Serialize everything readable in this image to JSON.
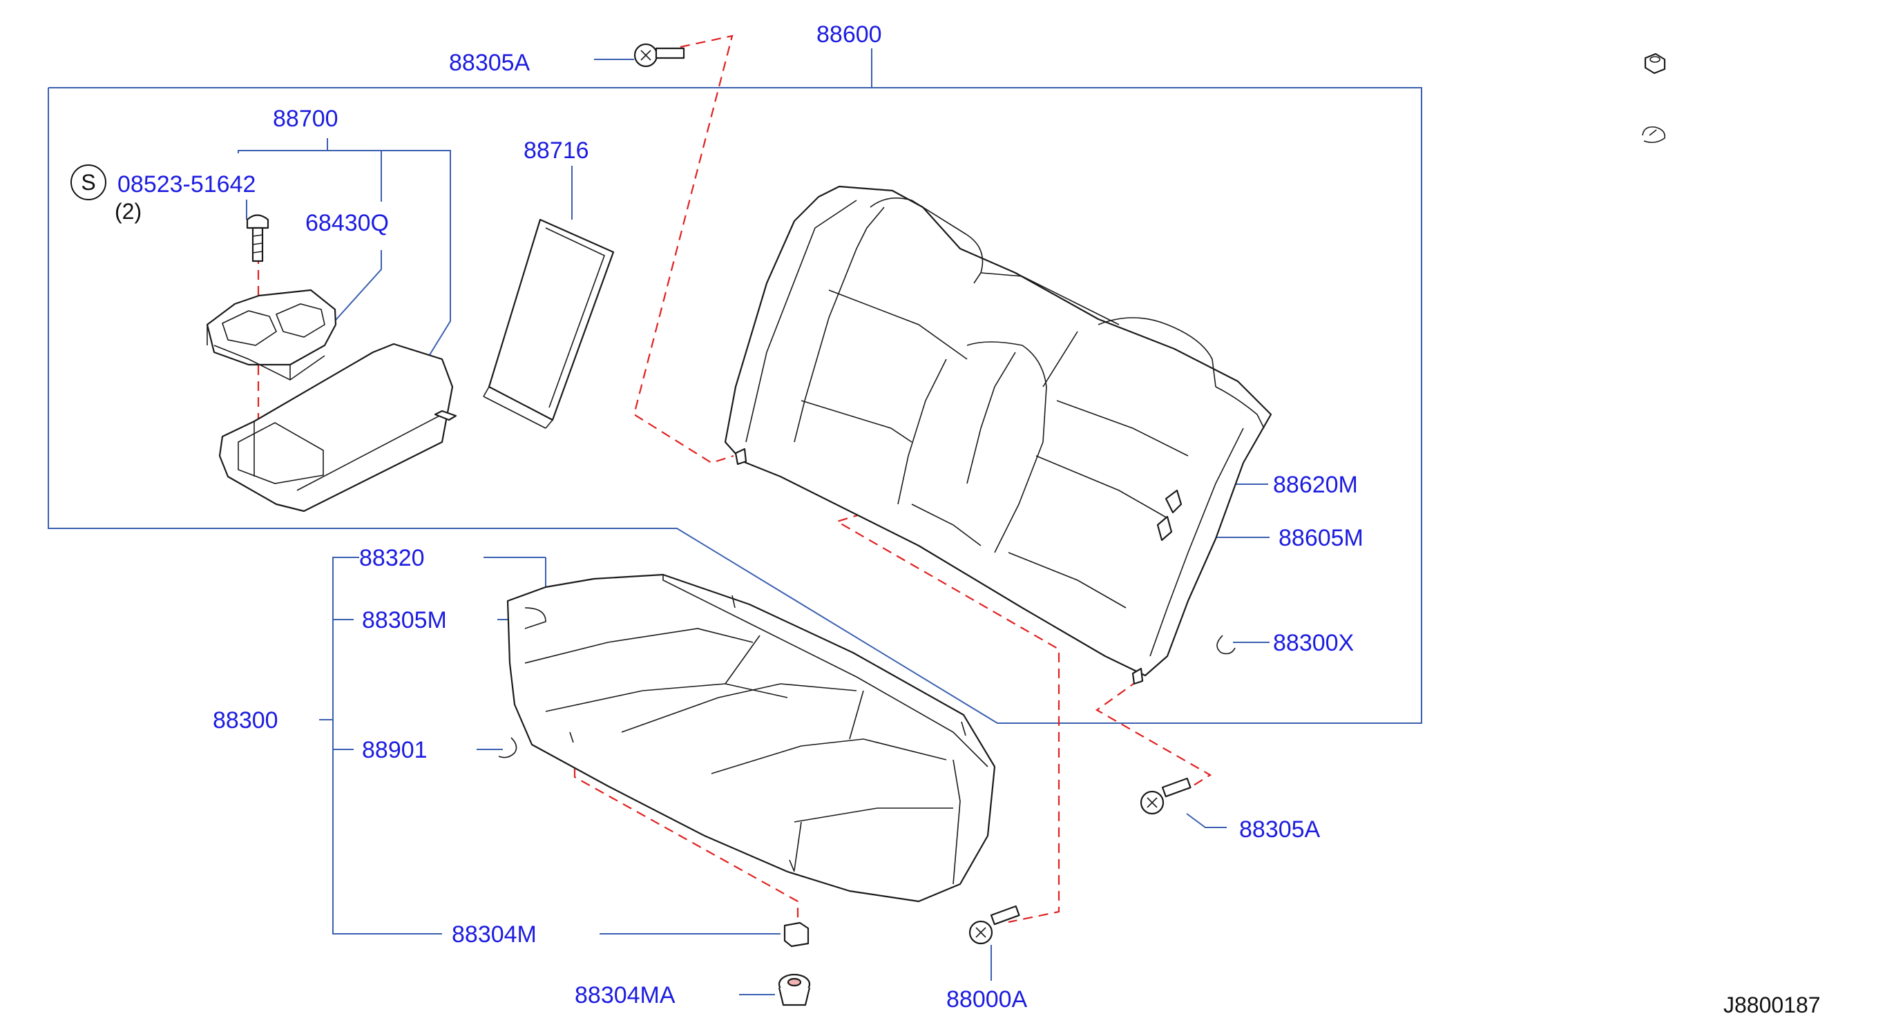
{
  "diagram": {
    "reference_code": "J8800187",
    "colors": {
      "label": "#1c1ce0",
      "leader": "#3a5fb0",
      "dashed_guide": "#e02020",
      "line_art": "#1a1a1a"
    },
    "labels": {
      "p88600": "88600",
      "p88305A_top": "88305A",
      "p88700": "88700",
      "p08523": "08523-51642",
      "qty": "(2)",
      "s_mark": "S",
      "p68430Q": "68430Q",
      "p88716": "88716",
      "p88620M": "88620M",
      "p88605M": "88605M",
      "p88300X": "88300X",
      "p88320": "88320",
      "p88305M": "88305M",
      "p88300": "88300",
      "p88901": "88901",
      "p88305A_bottom": "88305A",
      "p88304M": "88304M",
      "p88304MA": "88304MA",
      "p88000A": "88000A"
    },
    "legend_icons": [
      "hex-nut-icon",
      "clip-icon"
    ]
  }
}
